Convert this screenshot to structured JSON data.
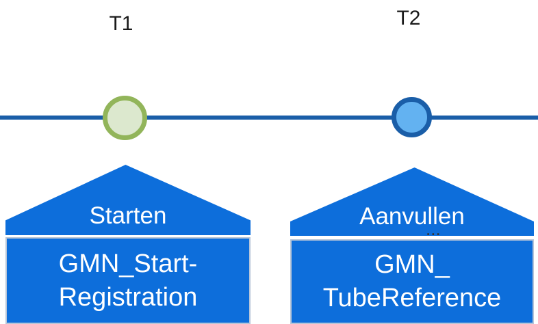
{
  "timeline": {
    "markers": [
      {
        "id": "t1",
        "label": "T1"
      },
      {
        "id": "t2",
        "label": "T2"
      }
    ]
  },
  "callouts": [
    {
      "title": "Starten",
      "body_line1": "GMN_Start-",
      "body_line2": "Registration"
    },
    {
      "title": "Aanvullen",
      "suffix": "...",
      "body_line1": "GMN_",
      "body_line2": "TubeReference"
    }
  ],
  "colors": {
    "shape-blue": "#0D6EDB",
    "line-blue": "#1A5EA8",
    "t1-fill": "#DCE8CE",
    "t1-border": "#92B55A",
    "t2-fill": "#63B2F1",
    "t2-border": "#1A5EA8",
    "box-border": "#B7C5D8",
    "label-color": "#1A1A1A",
    "ellipsis-color": "#333333"
  }
}
